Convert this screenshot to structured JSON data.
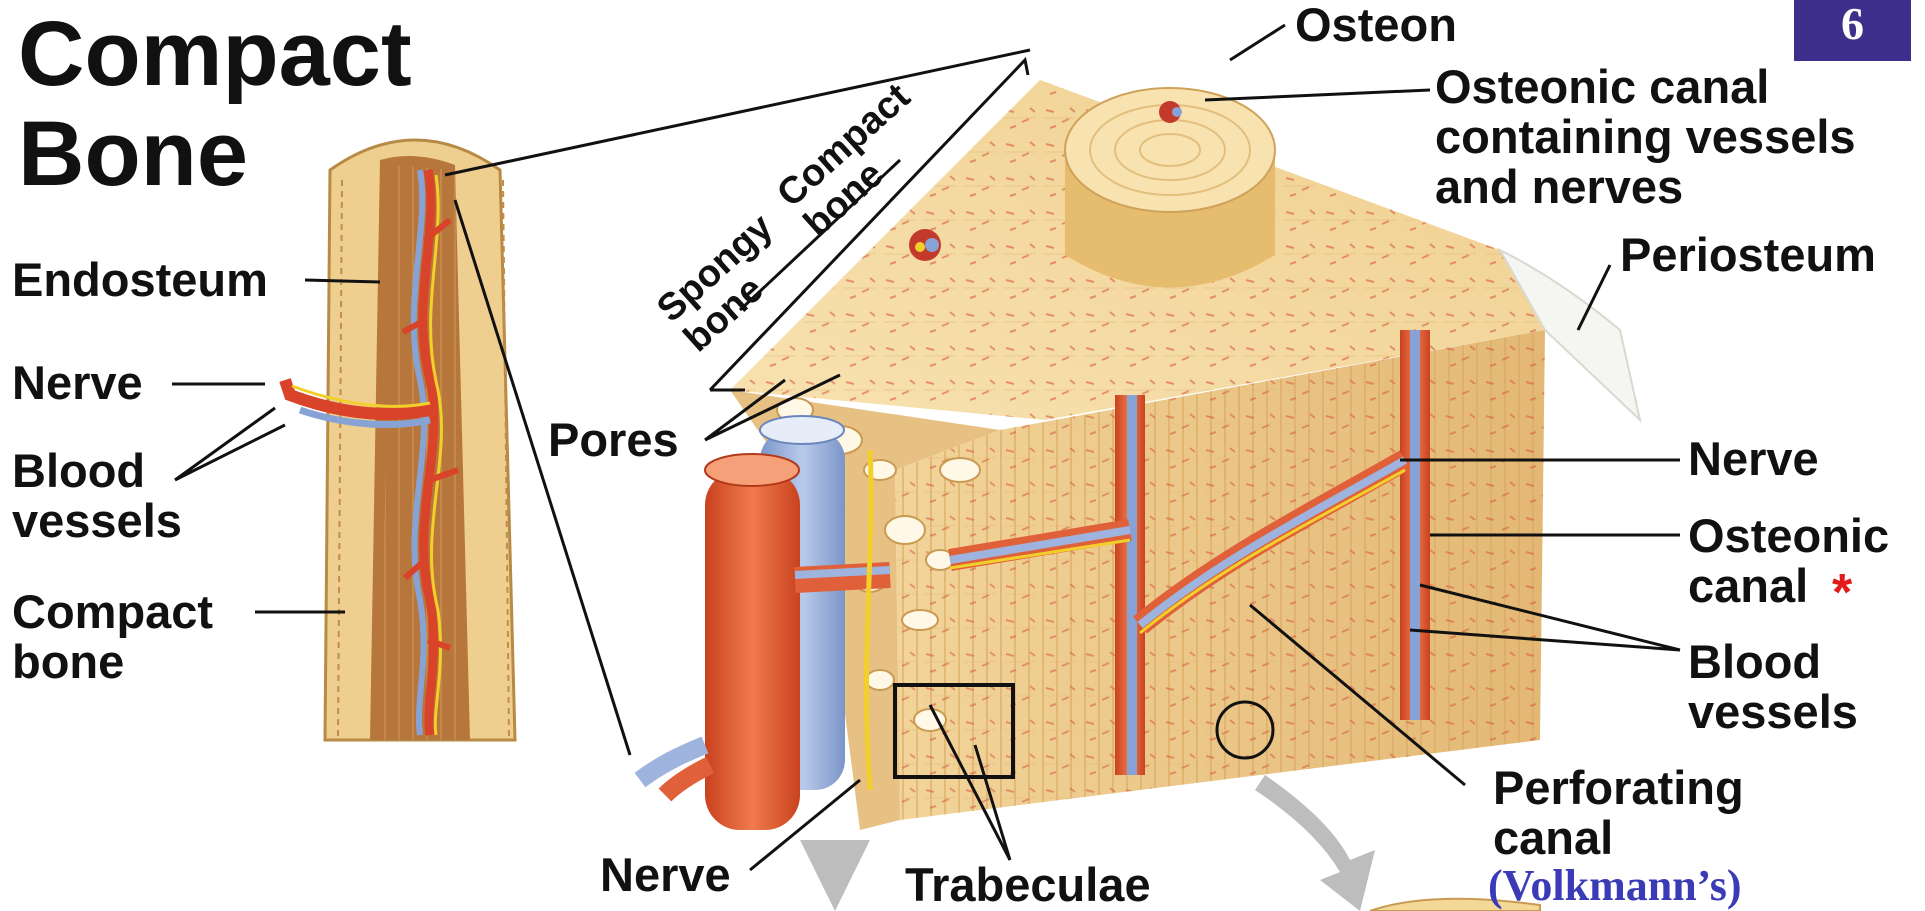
{
  "title_line1": "Compact",
  "title_line2": "Bone",
  "slide_number": "6",
  "labels": {
    "osteon": "Osteon",
    "osteonic_canal_vessels": "Osteonic canal\ncontaining vessels\nand nerves",
    "periosteum": "Periosteum",
    "endosteum": "Endosteum",
    "nerve_left": "Nerve",
    "blood_vessels_left": "Blood\nvessels",
    "compact_bone_left": "Compact\nbone",
    "pores": "Pores",
    "spongy_bone": "Spongy\nbone",
    "compact_bone_diag": "Compact\nbone",
    "nerve_right": "Nerve",
    "osteonic_canal": "Osteonic\ncanal",
    "asterisk": "*",
    "blood_vessels_right": "Blood\nvessels",
    "perforating_canal": "Perforating\ncanal",
    "volkmanns": "(Volkmann’s)",
    "nerve_bottom": "Nerve",
    "trabeculae": "Trabeculae"
  },
  "colors": {
    "bone_light": "#f6dca0",
    "bone_mid": "#e9c27a",
    "bone_dark": "#c99a52",
    "artery": "#e0603a",
    "vein": "#8aa4d4",
    "nerve": "#f4d21f",
    "accent_title_badge": "#3e2f8c",
    "volkmann_text": "#3b3bb8",
    "asterisk": "#e21b1b"
  }
}
